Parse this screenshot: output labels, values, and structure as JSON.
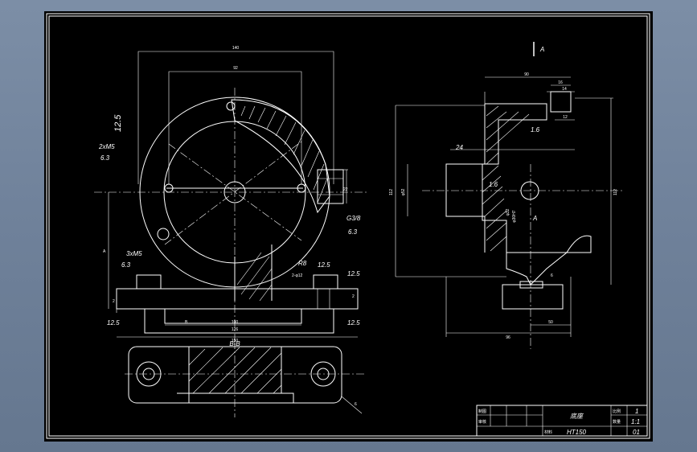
{
  "colors": {
    "background": "#6f819a",
    "canvas": "#000000",
    "lines": "#ffffff"
  },
  "front": {
    "dim_top_outer": "140",
    "dim_top_inner": "92",
    "roughness_top": "12.5",
    "hole_label_1a": "2xM5",
    "hole_label_1b": "6.3",
    "hole_label_2a": "3xM5",
    "hole_label_2b": "6.3",
    "right_label_a": "G3/8",
    "right_label_b": "6.3",
    "fillet": "R8",
    "fillet_b": "2-φ12",
    "rough_b1": "12.5",
    "rough_b2": "12.5",
    "rough_left": "12.5",
    "rough_right": "12.5",
    "dim_right": "22",
    "dim_inner_bottom": "100",
    "dim_mid_bottom": "126",
    "dim_bottom": "150",
    "dim_left_a": "A",
    "dim_left_b": "B",
    "base_dim": "2",
    "base_dim_r": "2"
  },
  "section": {
    "label": "B-B",
    "leader": "6"
  },
  "side": {
    "view_label": "A",
    "dim_top": "90",
    "dim_t1": "16",
    "dim_t2": "14",
    "dim_t3": "12",
    "rough_1": "1.6",
    "rough_2": "1.6",
    "label_24": "24",
    "dim_left_outer": "112",
    "dim_left_inner": "φ52",
    "dim_right": "112",
    "dim_mid": "φ32",
    "dim_bottom": "96",
    "dim_bottom_r": "50",
    "arrow_a": "A",
    "dim_small": "6",
    "dim_g": "φ30H7"
  },
  "title_block": {
    "part_name": "底座",
    "r1_label": "比例",
    "r1_value": "1",
    "r2_label": "数量",
    "r2_value": "1:1",
    "material_label": "材料",
    "material": "HT150",
    "number": "01",
    "left_1": "制图",
    "left_2": "审核"
  }
}
